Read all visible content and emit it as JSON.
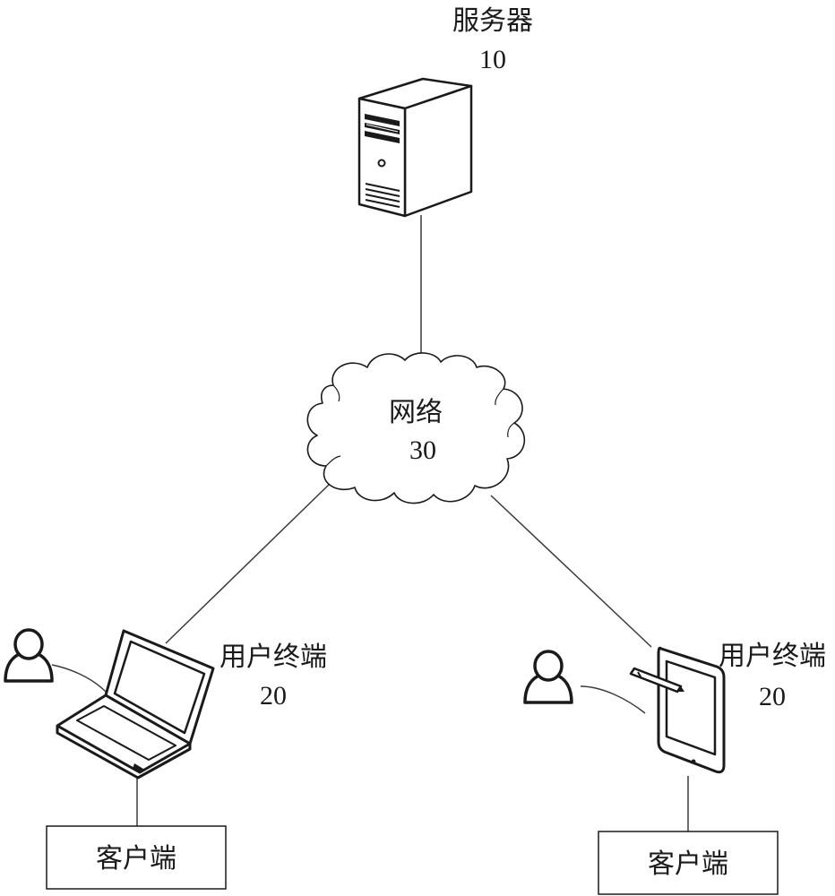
{
  "server": {
    "label": "服务器",
    "number": "10",
    "icon": "server-tower-icon"
  },
  "network": {
    "label": "网络",
    "number": "30",
    "icon": "cloud-icon"
  },
  "left_terminal": {
    "label": "用户终端",
    "number": "20",
    "icon": "laptop-icon",
    "user_icon": "user-person-icon",
    "client_box": "客户端"
  },
  "right_terminal": {
    "label": "用户终端",
    "number": "20",
    "icon": "tablet-stylus-icon",
    "user_icon": "user-person-icon",
    "client_box": "客户端"
  }
}
